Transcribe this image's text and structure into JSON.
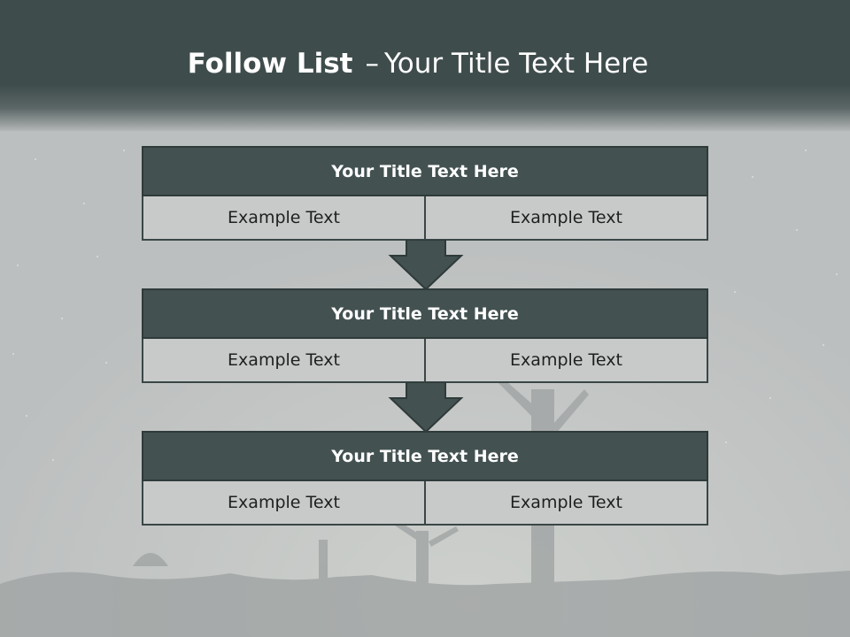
{
  "slide": {
    "title_bold": "Follow List",
    "title_rest": "Your Title Text Here",
    "dash": "–"
  },
  "blocks": [
    {
      "title": "Your Title Text Here",
      "left": "Example Text",
      "right": "Example Text"
    },
    {
      "title": "Your Title Text Here",
      "left": "Example Text",
      "right": "Example Text"
    },
    {
      "title": "Your Title Text Here",
      "left": "Example Text",
      "right": "Example Text"
    }
  ],
  "colors": {
    "header": "#3f4c4c",
    "box_dark": "#435151",
    "box_light": "#c8caca",
    "background": "#bfc2c2"
  }
}
